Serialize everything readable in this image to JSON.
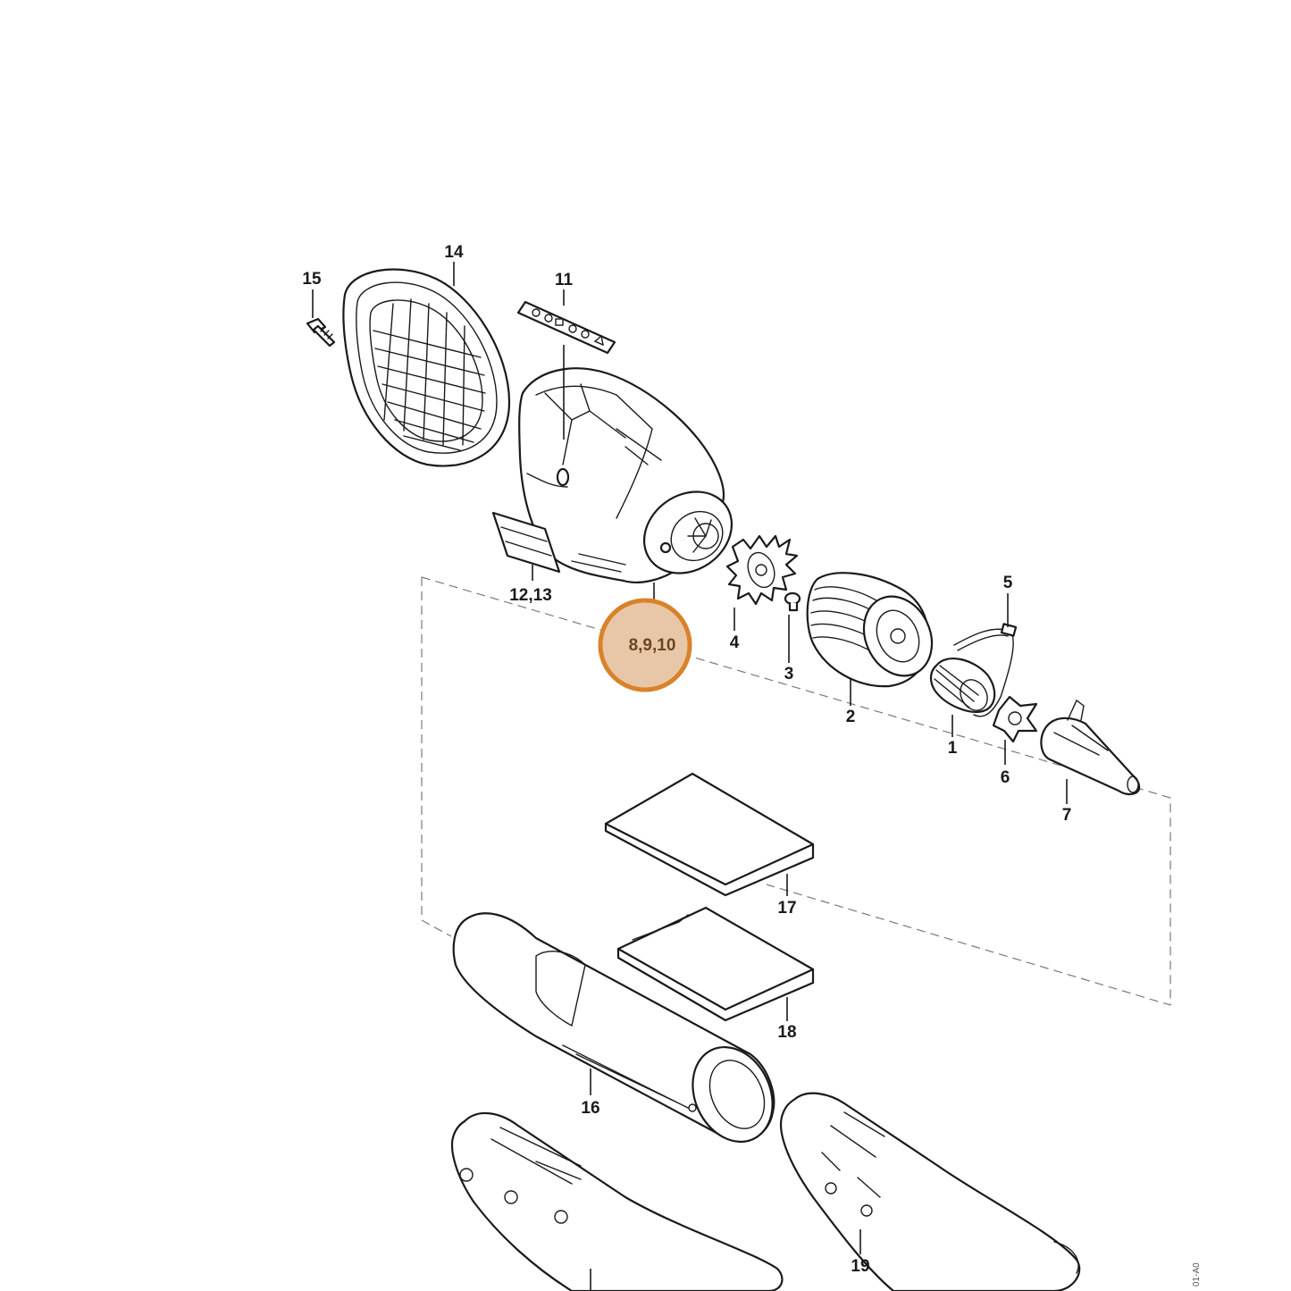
{
  "diagram": {
    "labels": {
      "p1": "1",
      "p2": "2",
      "p3": "3",
      "p4": "4",
      "p5": "5",
      "p6": "6",
      "p7": "7",
      "p8_9_10": "8,9,10",
      "p11": "11",
      "p12_13": "12,13",
      "p14": "14",
      "p15": "15",
      "p16": "16",
      "p17": "17",
      "p18": "18",
      "p19": "19"
    },
    "highlighted_part": "8,9,10",
    "drawing_code": "01-A0",
    "colors": {
      "highlight_fill": "#e8c7a8",
      "highlight_stroke": "#d9822b",
      "highlight_text": "#6b4423",
      "line": "#1a1a1a"
    }
  }
}
